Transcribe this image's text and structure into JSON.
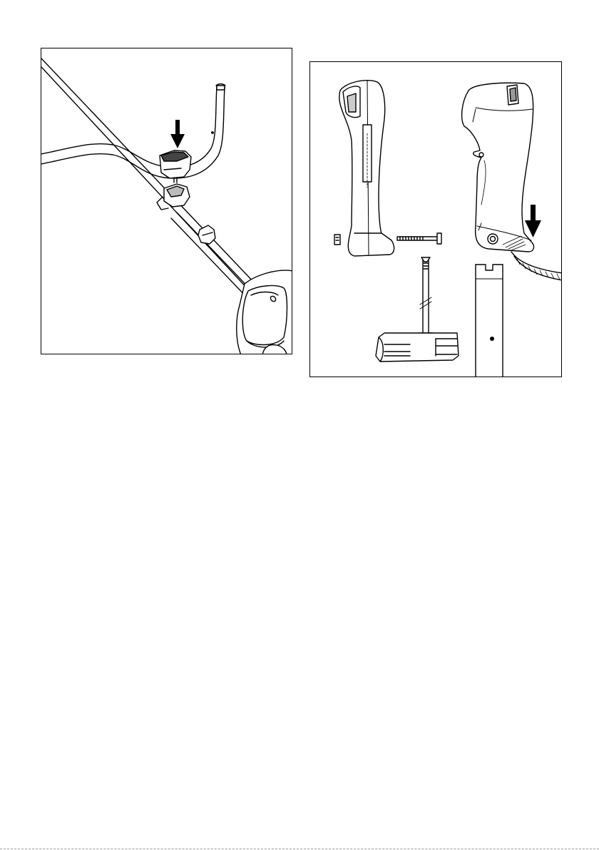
{
  "page": {
    "figures": [
      {
        "id": "fig-left",
        "icon": "handlebar-mount-illustration",
        "arrow_direction": "down"
      },
      {
        "id": "fig-right",
        "icon": "handle-assembly-illustration",
        "arrow_direction": "down"
      }
    ],
    "colors": {
      "ink": "#000000",
      "paper": "#ffffff",
      "shade": "#d9d9d9"
    }
  }
}
